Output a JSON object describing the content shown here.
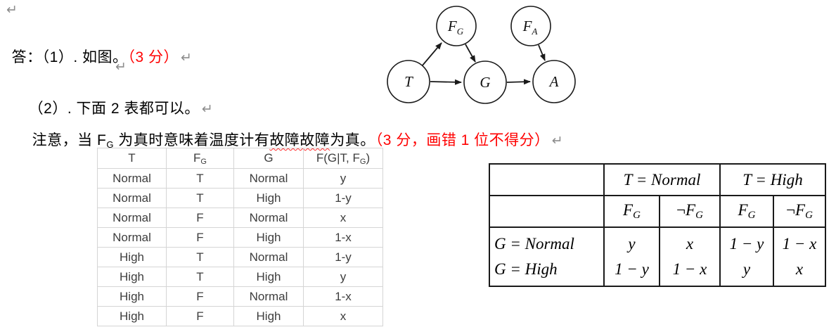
{
  "doc": {
    "pilcrow": "↵",
    "answer_line": {
      "prefix": "答：（1）. 如图。",
      "score_red": "（3 分）"
    },
    "part2_line": {
      "text": "（2）. 下面 2 表都可以。"
    },
    "note_line": {
      "pre_f": "注意，当 F",
      "f_sub": "G",
      "post_f": " 为真时意味着温度计有",
      "misspelled": "故障故障",
      "tail": "为真。",
      "score_red": "（3 分，画错 1 位不得分）"
    }
  },
  "diagram": {
    "nodes": {
      "fg": {
        "main": "F",
        "sub": "G"
      },
      "fa": {
        "main": "F",
        "sub": "A"
      },
      "t": {
        "main": "T",
        "sub": ""
      },
      "g": {
        "main": "G",
        "sub": ""
      },
      "a": {
        "main": "A",
        "sub": ""
      }
    },
    "edges": [
      "T→F_G",
      "F_G→G",
      "T→G",
      "G→A",
      "F_A→A"
    ]
  },
  "cpt_table": {
    "headers": {
      "col1": "T",
      "col2_main": "F",
      "col2_sub": "G",
      "col3": "G",
      "col4_pre": "F(G|T, F",
      "col4_sub": "G",
      "col4_post": ")"
    },
    "rows": [
      [
        "Normal",
        "T",
        "Normal",
        "y"
      ],
      [
        "Normal",
        "T",
        "High",
        "1-y"
      ],
      [
        "Normal",
        "F",
        "Normal",
        "x"
      ],
      [
        "Normal",
        "F",
        "High",
        "1-x"
      ],
      [
        "High",
        "T",
        "Normal",
        "1-y"
      ],
      [
        "High",
        "T",
        "High",
        "y"
      ],
      [
        "High",
        "F",
        "Normal",
        "1-x"
      ],
      [
        "High",
        "F",
        "High",
        "x"
      ]
    ]
  },
  "matrix_table": {
    "col_groups": [
      "T = Normal",
      "T = High"
    ],
    "sub_headers": [
      {
        "pre": "",
        "main": "F",
        "sub": "G"
      },
      {
        "pre": "¬",
        "main": "F",
        "sub": "G"
      },
      {
        "pre": "",
        "main": "F",
        "sub": "G"
      },
      {
        "pre": "¬",
        "main": "F",
        "sub": "G"
      }
    ],
    "row_labels": [
      "G = Normal",
      "G = High"
    ],
    "values": [
      [
        "y",
        "x",
        "1 − y",
        "1 − x"
      ],
      [
        "1 − y",
        "1 − x",
        "y",
        "x"
      ]
    ]
  },
  "colors": {
    "score_red": "#ff0000",
    "pilcrow_gray": "#8d8d8d",
    "cpt_border": "#d5d5d5",
    "cpt_text": "#3d3d3d",
    "ink": "#1a1a1a"
  }
}
